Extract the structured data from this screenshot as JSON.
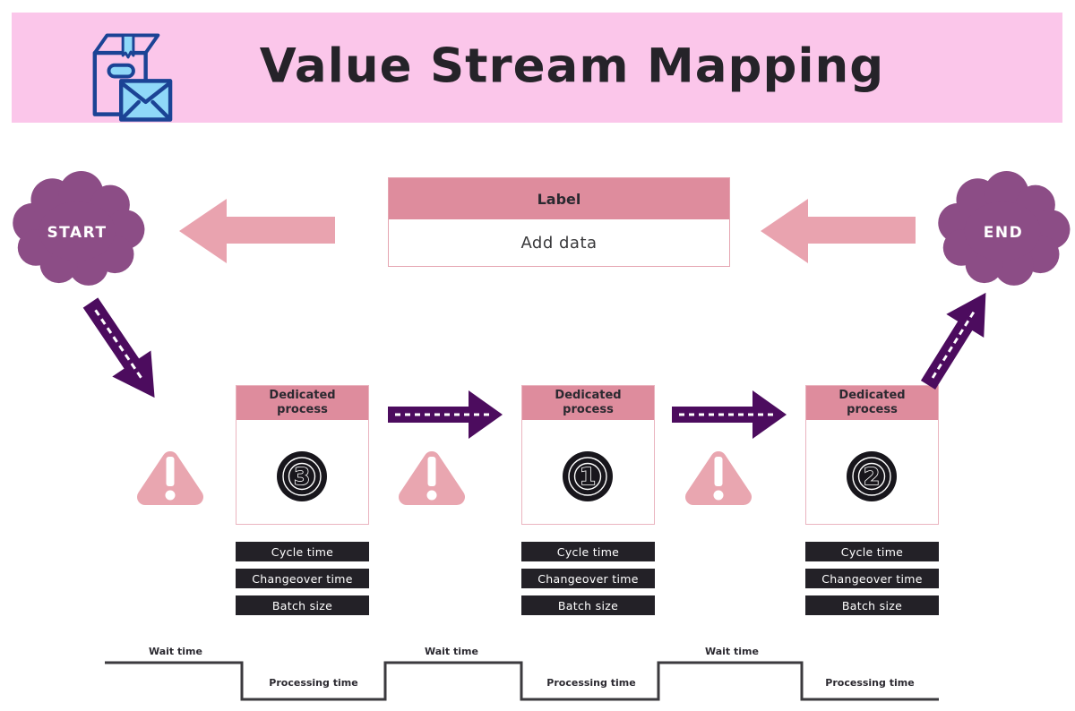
{
  "header": {
    "title": "Value Stream Mapping",
    "icon": "package-with-envelope-icon"
  },
  "flow": {
    "start_label": "START",
    "end_label": "END",
    "label_box": {
      "header": "Label",
      "body": "Add data"
    },
    "processes": [
      {
        "title": "Dedicated process",
        "number": "3",
        "metrics": [
          "Cycle time",
          "Changeover time",
          "Batch size"
        ]
      },
      {
        "title": "Dedicated process",
        "number": "1",
        "metrics": [
          "Cycle time",
          "Changeover time",
          "Batch size"
        ]
      },
      {
        "title": "Dedicated process",
        "number": "2",
        "metrics": [
          "Cycle time",
          "Changeover time",
          "Batch size"
        ]
      }
    ]
  },
  "timeline": {
    "wait_label": "Wait time",
    "processing_label": "Processing time"
  },
  "colors": {
    "banner_pink": "#fbc6ea",
    "title_ink": "#252329",
    "rose_header": "#de8c9d",
    "box_border": "#eab4bf",
    "cloud_purple": "#8c4d86",
    "arrow_purple": "#4c0c5e",
    "accent_pink": "#e9a3af",
    "bar_black": "#232127",
    "timeline_ink": "#3b3a3e",
    "icon_navy": "#1b4395",
    "icon_lightblue": "#8fd8f8"
  }
}
